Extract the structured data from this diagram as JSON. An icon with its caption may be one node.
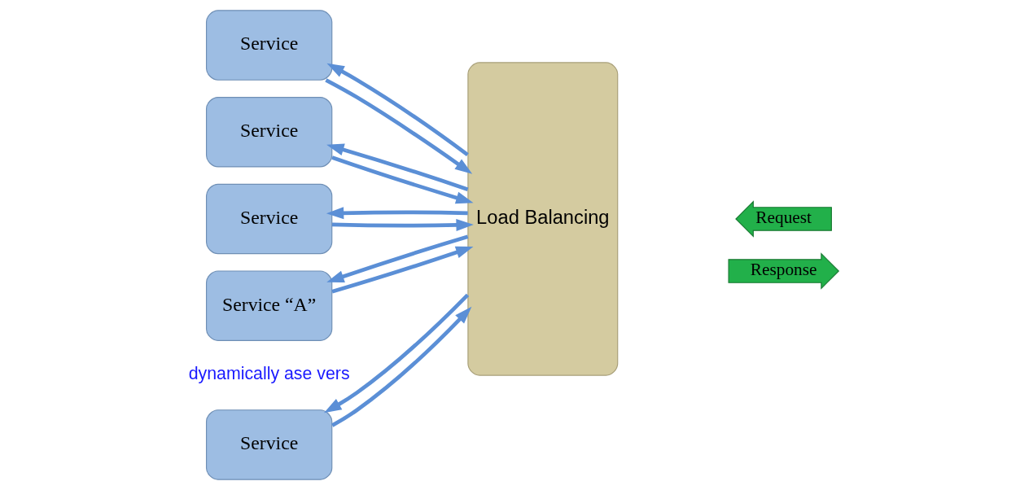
{
  "diagram": {
    "nodes": [
      {
        "text": [
          "Service"
        ]
      },
      {
        "text": [
          "Service"
        ]
      },
      {
        "text": [
          "Service"
        ]
      },
      {
        "text": [
          "Service"
        ]
      },
      {
        "text": [
          "Service “A”"
        ]
      },
      {
        "text": [
          "Load Balancing"
        ]
      },
      {
        "text": [
          "Request"
        ]
      },
      {
        "text": [
          "Response"
        ]
      }
    ],
    "edges": [
      {
        "from": 5,
        "to": 0,
        "arrow": "to"
      },
      {
        "from": 0,
        "to": 5,
        "arrow": "to"
      },
      {
        "from": 5,
        "to": 1,
        "arrow": "to"
      },
      {
        "from": 1,
        "to": 5,
        "arrow": "to"
      },
      {
        "from": 5,
        "to": 2,
        "arrow": "to"
      },
      {
        "from": 2,
        "to": 5,
        "arrow": "to"
      },
      {
        "from": 5,
        "to": 3,
        "arrow": "to"
      },
      {
        "from": 3,
        "to": 5,
        "arrow": "to"
      },
      {
        "from": 5,
        "to": 4,
        "arrow": "to"
      },
      {
        "from": 4,
        "to": 5,
        "arrow": "to"
      }
    ],
    "labels": [
      "dynamically ase vers"
    ]
  }
}
